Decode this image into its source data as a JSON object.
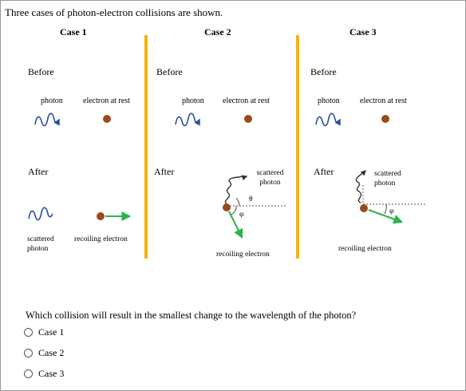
{
  "prompt": "Three cases of photon-electron collisions are shown.",
  "cases": [
    {
      "title": "Case 1",
      "before_label": "Before",
      "photon_label": "photon",
      "electron_label": "electron at rest",
      "after_label": "After",
      "scattered_label": "scattered photon",
      "recoil_label": "recoiling electron"
    },
    {
      "title": "Case 2",
      "before_label": "Before",
      "photon_label": "photon",
      "electron_label": "electron at rest",
      "after_label": "After",
      "scattered_label": "scattered photon",
      "recoil_label": "recoiling electron",
      "theta_label": "θ",
      "phi_label": "φ"
    },
    {
      "title": "Case 3",
      "before_label": "Before",
      "photon_label": "photon",
      "electron_label": "electron at rest",
      "after_label": "After",
      "scattered_label": "scattered photon",
      "recoil_label": "recoiling electron",
      "phi_label": "φ"
    }
  ],
  "question": "Which collision will result in the smallest change to the wavelength of the photon?",
  "options": [
    "Case 1",
    "Case 2",
    "Case 3"
  ],
  "colors": {
    "divider": "#F5B400",
    "electron": "#9A4A1A",
    "recoil_arrow": "#2DB34A",
    "photon": "#2B4EA0"
  }
}
